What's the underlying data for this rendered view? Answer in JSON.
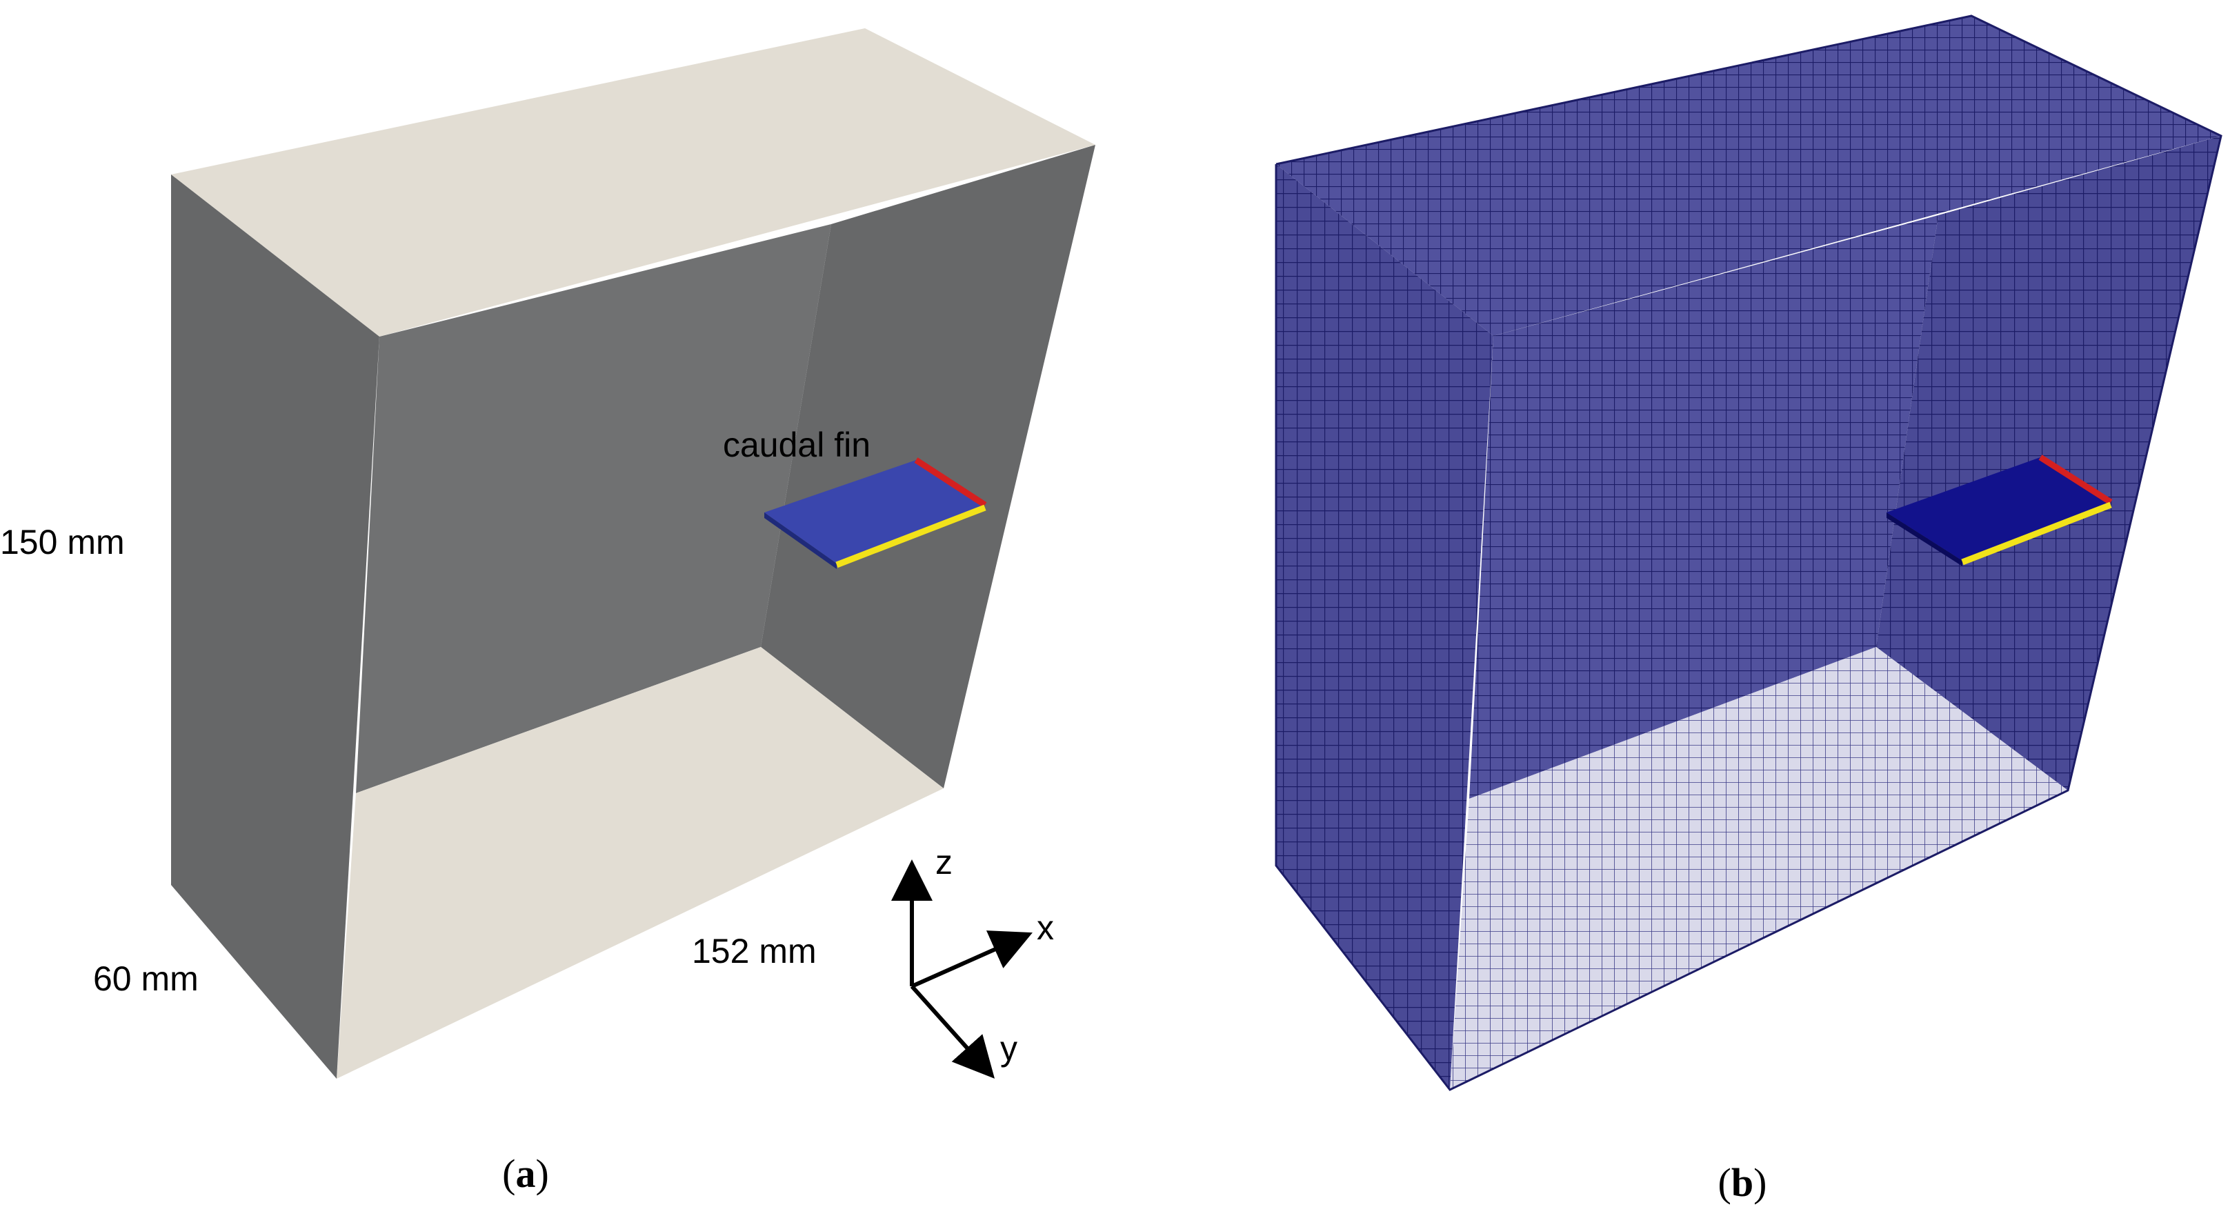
{
  "panel_a": {
    "caption_open": "(",
    "caption_letter": "a",
    "caption_close": ")",
    "label_fin": "caudal fin",
    "label_height": "150 mm",
    "label_depth": "60 mm",
    "label_length": "152 mm",
    "axis_z": "z",
    "axis_x": "x",
    "axis_y": "y"
  },
  "panel_b": {
    "caption_open": "(",
    "caption_letter": "b",
    "caption_close": ")"
  },
  "colors": {
    "wall_side": "#666768",
    "wall_back": "#707172",
    "floor_ceiling": "#e2ddd3",
    "fin_blue": "#3a46ad",
    "edge_red": "#d42020",
    "edge_yellow": "#f2e21a",
    "mesh_line": "#1f1f6e",
    "mesh_fill": "#4d4d9a",
    "mesh_floor": "#d6d6e8"
  }
}
